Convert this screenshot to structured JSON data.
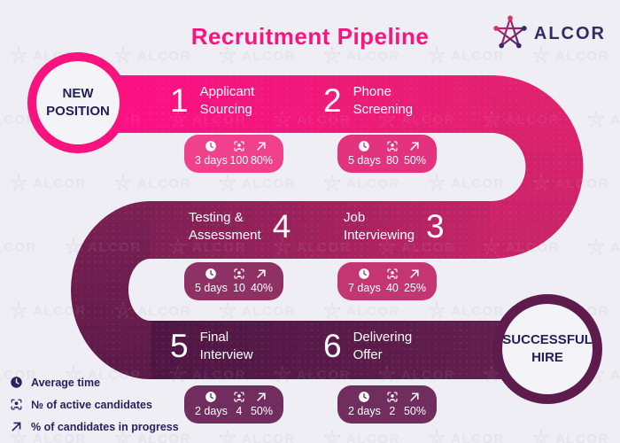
{
  "title": "Recruitment Pipeline",
  "brand": {
    "name": "ALCOR"
  },
  "start_node": {
    "label": "NEW POSITION"
  },
  "end_node": {
    "label": "SUCCESSFUL HIRE"
  },
  "stages": [
    {
      "number": "1",
      "label_line1": "Applicant",
      "label_line2": "Sourcing",
      "time": "3 days",
      "candidates": "100",
      "progress": "80%"
    },
    {
      "number": "2",
      "label_line1": "Phone",
      "label_line2": "Screening",
      "time": "5 days",
      "candidates": "80",
      "progress": "50%"
    },
    {
      "number": "3",
      "label_line1": "Job",
      "label_line2": "Interviewing",
      "time": "7 days",
      "candidates": "40",
      "progress": "25%"
    },
    {
      "number": "4",
      "label_line1": "Testing &",
      "label_line2": "Assessment",
      "time": "5 days",
      "candidates": "10",
      "progress": "40%"
    },
    {
      "number": "5",
      "label_line1": "Final",
      "label_line2": "Interview",
      "time": "2 days",
      "candidates": "4",
      "progress": "50%"
    },
    {
      "number": "6",
      "label_line1": "Delivering",
      "label_line2": "Offer",
      "time": "2 days",
      "candidates": "2",
      "progress": "50%"
    }
  ],
  "legend": [
    {
      "icon": "clock-icon",
      "label": "Average time"
    },
    {
      "icon": "candidates-icon",
      "label": "№ of active candidates"
    },
    {
      "icon": "progress-icon",
      "label": "% of candidates in progress"
    }
  ],
  "watermark": {
    "text": "ALCOR"
  },
  "colors": {
    "accent_pink": "#f9157e",
    "row1_start": "#ff0e86",
    "row1_end": "#e32170",
    "row2_start": "#7d2054",
    "row2_end": "#c52467",
    "row3_start": "#4f1644",
    "row3_end": "#66204f",
    "badge_colors": [
      "#f2418c",
      "#e3337f",
      "#c33672",
      "#8e3265",
      "#702d5d",
      "#702d5d"
    ],
    "start_ring": "#f9137f",
    "end_ring": "#5e1c4d",
    "navy": "#2a2160",
    "background": "#efeef4"
  }
}
